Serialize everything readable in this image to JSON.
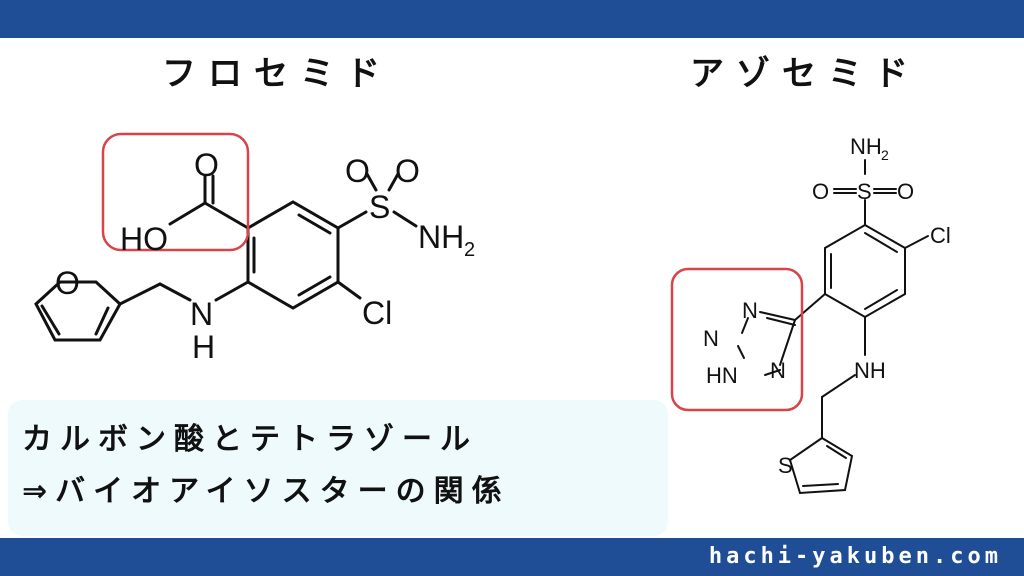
{
  "header": {
    "background": "#1f4e96"
  },
  "footer": {
    "site": "hachi-yakuben.com",
    "background": "#1f4e96"
  },
  "titles": {
    "left": "フロセミド",
    "right": "アゾセミド"
  },
  "caption": {
    "line1": "カルボン酸とテトラゾール",
    "line2": "⇒バイオアイソスターの関係"
  },
  "highlight_color": "#d9434a",
  "furosemide_labels": {
    "o_carbonyl": "O",
    "ho": "HO",
    "sulfonyl_o1": "O",
    "sulfonyl_o2": "O",
    "s": "S",
    "nh2": "NH",
    "nh2_sub": "2",
    "cl": "Cl",
    "furan_o": "O",
    "amine_n": "N",
    "amine_h": "H"
  },
  "azosemide_labels": {
    "nh2": "NH",
    "nh2_sub": "2",
    "o_left": "O",
    "s": "S",
    "o_right": "O",
    "cl": "Cl",
    "n_top": "N",
    "n_left": "N",
    "hn": "HN",
    "n_right": "N",
    "nh": "NH",
    "thiophene_s": "S"
  }
}
